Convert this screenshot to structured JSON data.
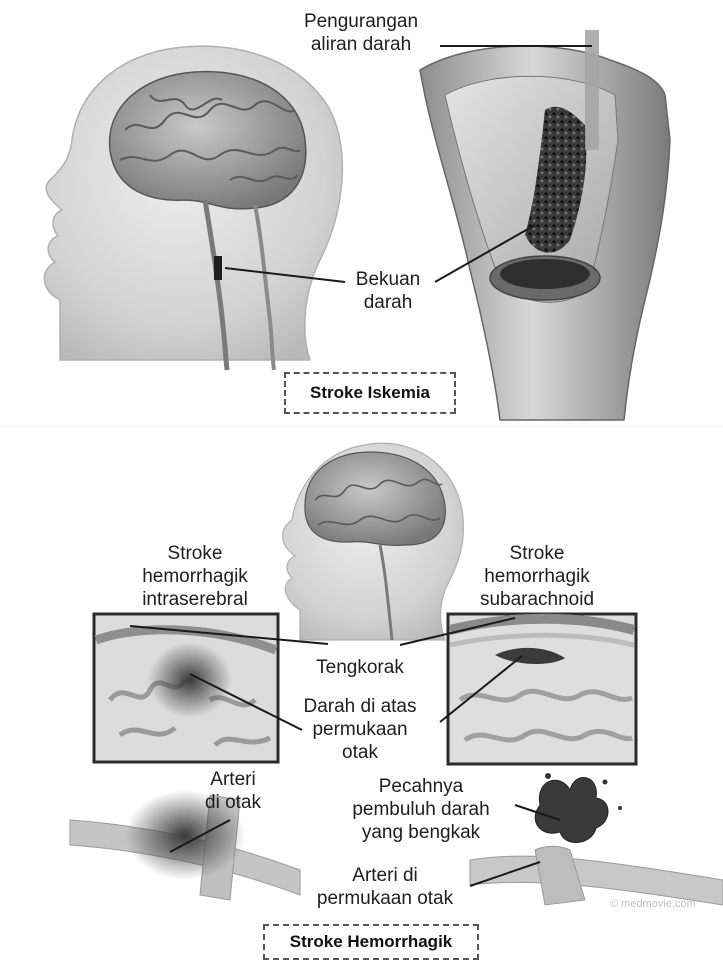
{
  "ischemic": {
    "label_reduced_flow": "Pengurangan\naliran darah",
    "label_clot": "Bekuan\ndarah",
    "caption": "Stroke Iskemia"
  },
  "hemorrhagic": {
    "label_intracerebral": "Stroke\nhemorrhagik\nintraserebral",
    "label_subarachnoid": "Stroke\nhemorrhagik\nsubarachnoid",
    "label_skull": "Tengkorak",
    "label_blood_surface": "Darah di atas\npermukaan\notak",
    "label_brain_artery": "Arteri\ndi otak",
    "label_ruptured_vessel": "Pecahnya\npembuluh darah\nyang bengkak",
    "label_surface_artery": "Arteri di\npermukaan otak",
    "caption": "Stroke Hemorrhagik",
    "watermark": "© medmovie.com"
  },
  "colors": {
    "skin": "#d9d9d9",
    "skin_dark": "#b4b4b4",
    "brain": "#9a9a9a",
    "vessel": "#8c8c8c",
    "clot": "#2a2a2a",
    "leader": "#1a1a1a"
  }
}
